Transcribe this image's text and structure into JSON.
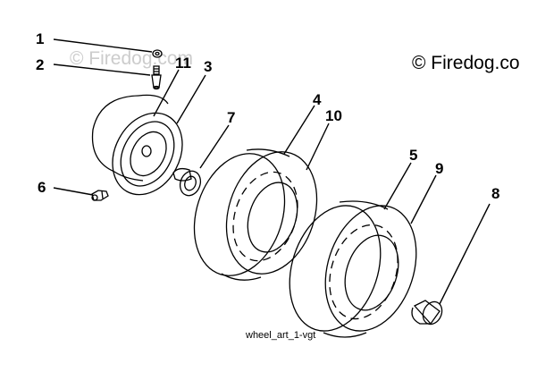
{
  "callouts": {
    "c1": "1",
    "c2": "2",
    "c11": "11",
    "c3": "3",
    "c4": "4",
    "c10": "10",
    "c7": "7",
    "c6": "6",
    "c5": "5",
    "c9": "9",
    "c8": "8"
  },
  "caption": "wheel_art_1-vgt",
  "copyright": "© Firedog.co",
  "watermark": "© Firedog.com",
  "colors": {
    "line": "#000000",
    "background": "#ffffff",
    "watermark": "#cccccc"
  }
}
